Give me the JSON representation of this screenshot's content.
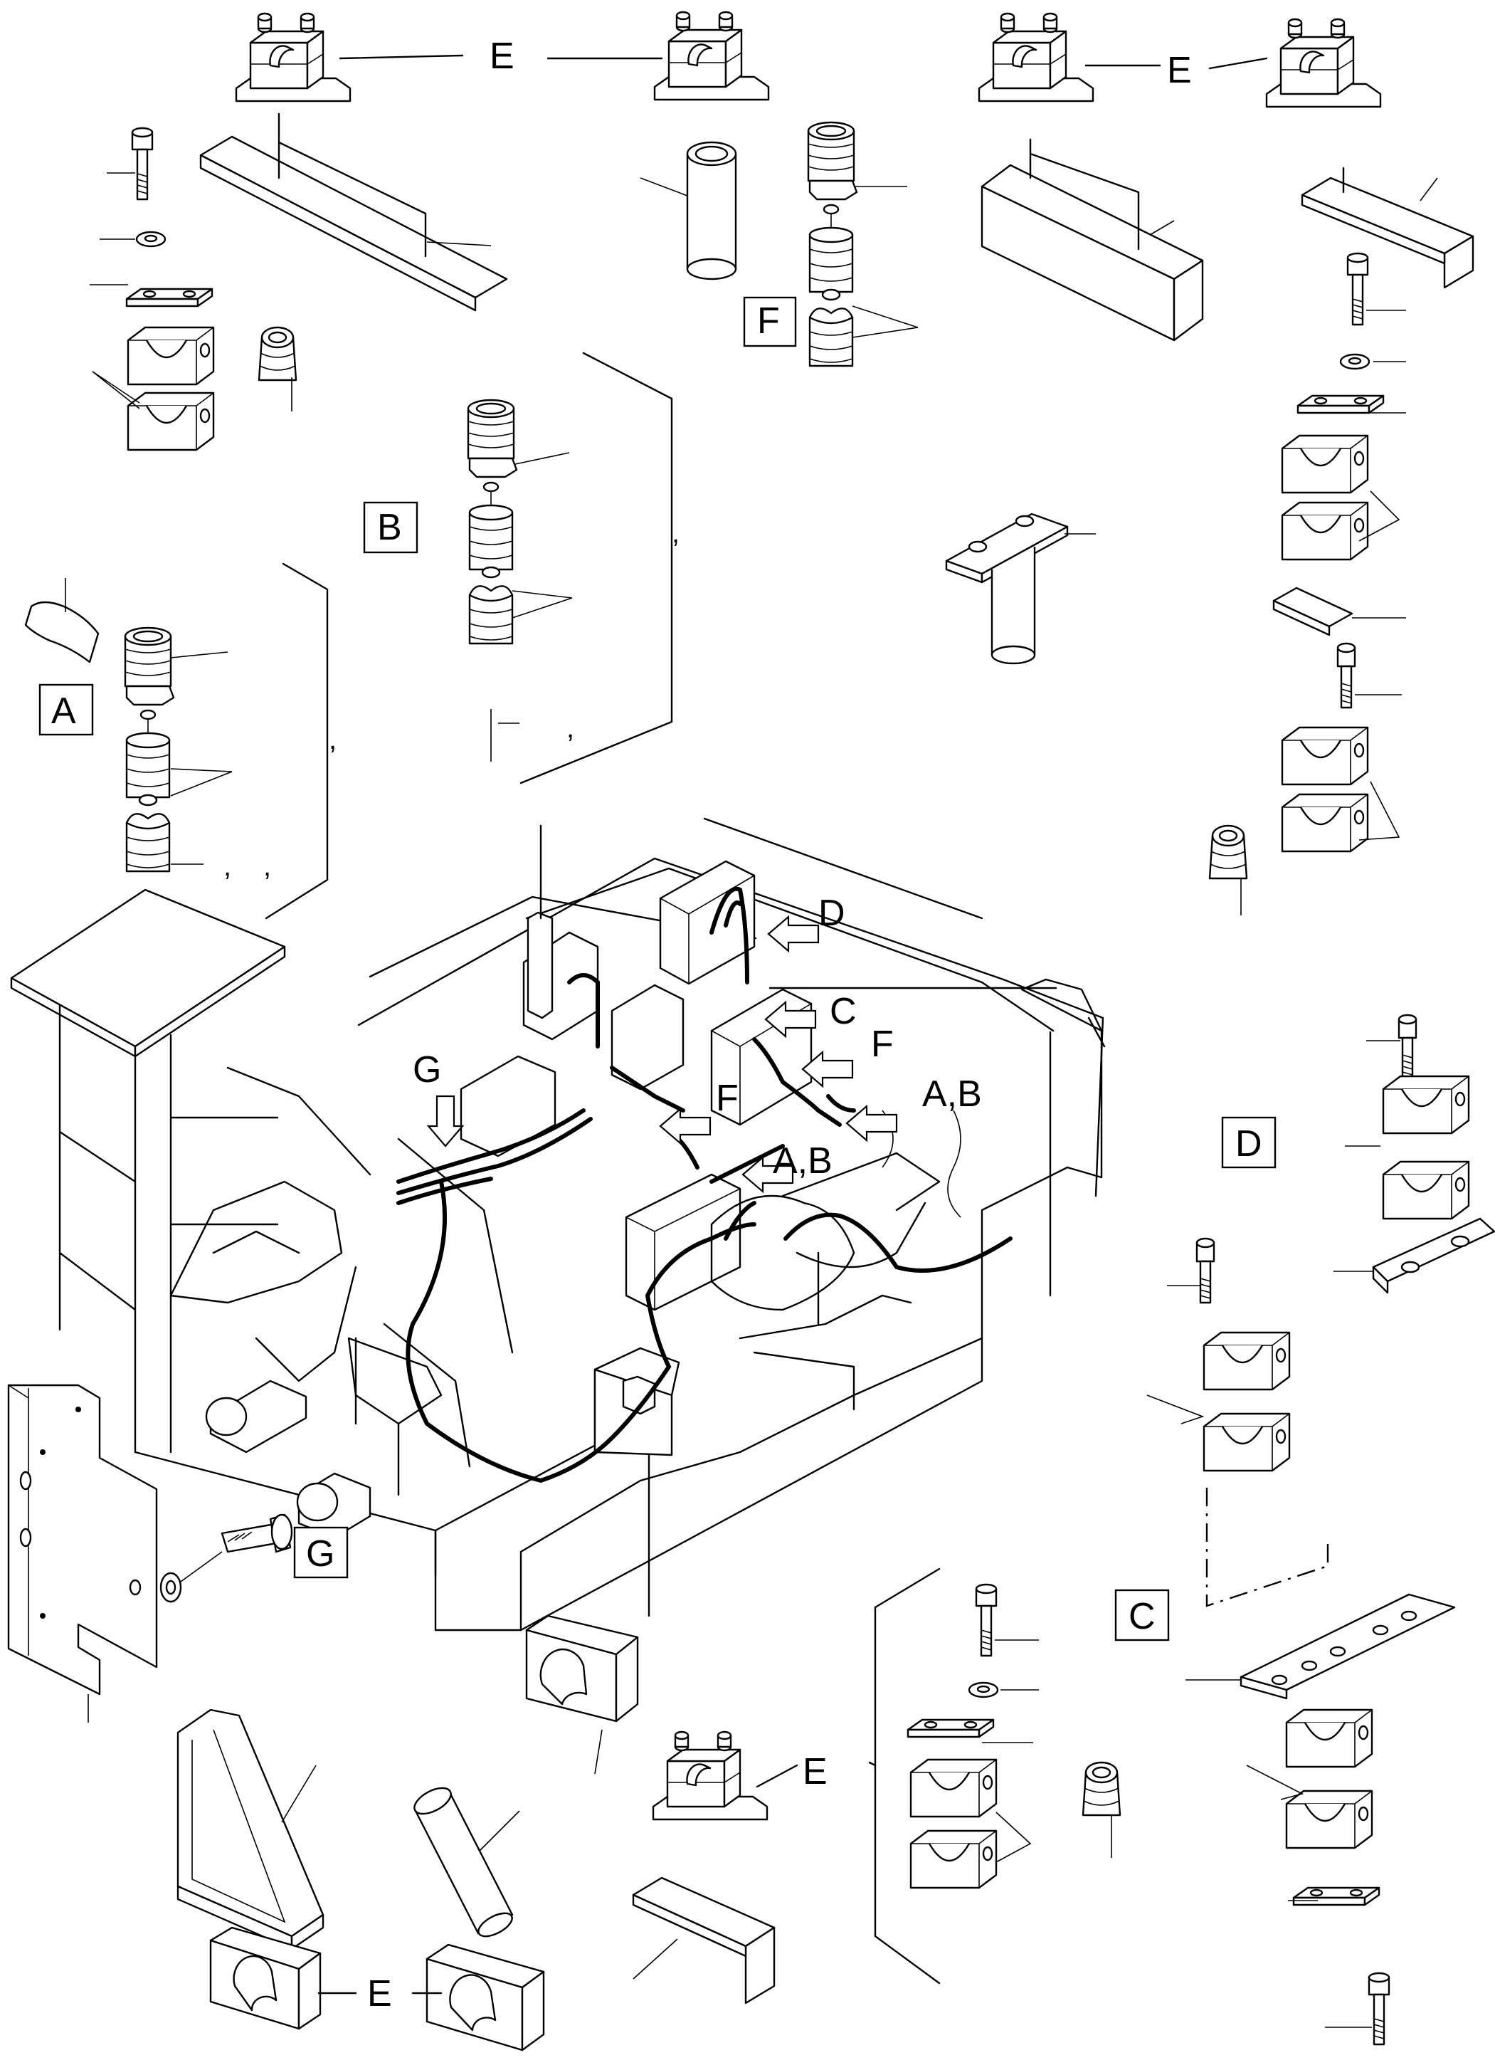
{
  "labels": {
    "e": "E",
    "f": "F",
    "b": "B",
    "a": "A",
    "d": "D",
    "c": "C",
    "g": "G",
    "ab": "A,B",
    "comma": ","
  },
  "icons": {
    "clamp": "pipe-clamp-icon",
    "bolt": "bolt-icon",
    "washer": "washer-icon",
    "grommet": "grommet-icon",
    "coupling": "hose-coupling-icon",
    "bracket": "angle-bracket-icon",
    "arrow": "callout-arrow-icon"
  },
  "colors": {
    "line": "#000000",
    "background": "#ffffff"
  }
}
